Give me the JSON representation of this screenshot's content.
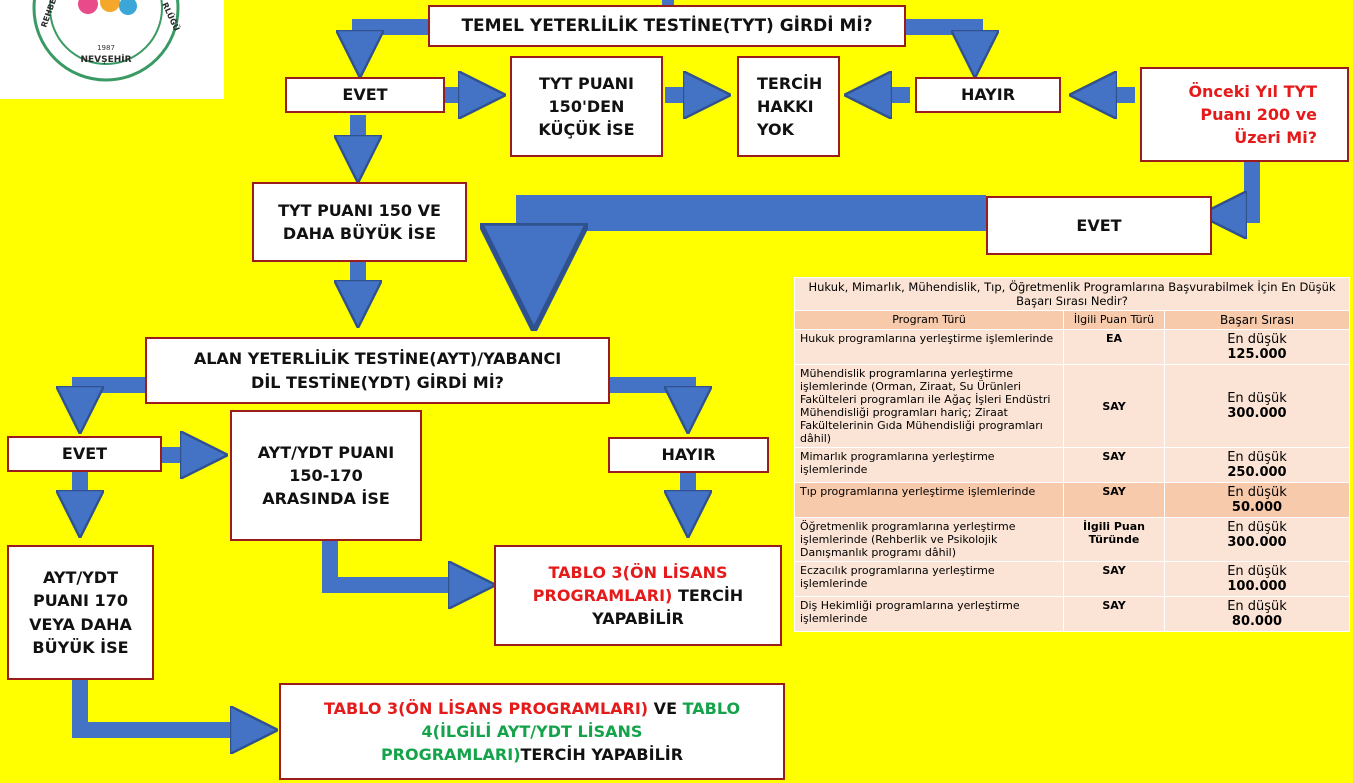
{
  "logo": {
    "arc_left": "REHBE",
    "arc_right": "RLÜĞÜ",
    "year": "1987",
    "city": "NEVŞEHİR"
  },
  "flow": {
    "q_tyt": "TEMEL YETERLİLİK TESTİNE(TYT) GİRDİ Mİ?",
    "evet1": "EVET",
    "tyt_low": [
      "TYT PUANI",
      "150'DEN",
      "KÜÇÜK İSE"
    ],
    "no_right": [
      "TERCİH",
      "HAKKI",
      "YOK"
    ],
    "hayir1": "HAYIR",
    "prev_year": [
      "Önceki Yıl TYT",
      "Puanı 200 ve",
      "Üzeri Mi?"
    ],
    "tyt_high": [
      "TYT PUANI 150 VE",
      "DAHA BÜYÜK İSE"
    ],
    "evet2": "EVET",
    "q_ayt": [
      "ALAN YETERLİLİK TESTİNE(AYT)/YABANCI",
      "DİL TESTİNE(YDT) GİRDİ Mİ?"
    ],
    "evet3": "EVET",
    "ayt_mid": [
      "AYT/YDT PUANI",
      "150-170",
      "ARASINDA İSE"
    ],
    "hayir2": "HAYIR",
    "ayt_high": [
      "AYT/YDT",
      "PUANI 170",
      "VEYA DAHA",
      "BÜYÜK İSE"
    ],
    "tablo3_red": "TABLO 3(ÖN LİSANS",
    "tablo3_red2": "PROGRAMLARI)",
    "tablo3_black": " TERCİH",
    "tablo3_black2": "YAPABİLİR",
    "final_red": "TABLO 3(ÖN LİSANS PROGRAMLARI)",
    "final_ve": " VE ",
    "final_green1": "TABLO",
    "final_green2": "4(İLGİLİ AYT/YDT LİSANS",
    "final_green3": "PROGRAMLARI)",
    "final_black": "TERCİH YAPABİLİR"
  },
  "table": {
    "title": "Hukuk, Mimarlık, Mühendislik, Tıp, Öğretmenlik Programlarına Başvurabilmek İçin En Düşük Başarı Sırası Nedir?",
    "headers": [
      "Program Türü",
      "İlgili Puan Türü",
      "Başarı Sırası"
    ],
    "rows": [
      {
        "program": "Hukuk programlarına yerleştirme işlemlerinde",
        "type": "EA",
        "rank_label": "En düşük",
        "rank": "125.000"
      },
      {
        "program": "Mühendislik programlarına yerleştirme işlemlerinde (Orman, Ziraat, Su Ürünleri Fakülteleri programları ile Ağaç İşleri Endüstri Mühendisliği programları hariç; Ziraat Fakültelerinin Gıda Mühendisliği programları dâhil)",
        "type": "SAY",
        "rank_label": "En düşük",
        "rank": "300.000"
      },
      {
        "program": "Mimarlık programlarına yerleştirme işlemlerinde",
        "type": "SAY",
        "rank_label": "En düşük",
        "rank": "250.000"
      },
      {
        "program": "Tıp programlarına yerleştirme işlemlerinde",
        "type": "SAY",
        "rank_label": "En düşük",
        "rank": "50.000"
      },
      {
        "program": "Öğretmenlik programlarına yerleştirme işlemlerinde (Rehberlik ve Psikolojik Danışmanlık programı dâhil)",
        "type": "İlgili Puan Türünde",
        "rank_label": "En düşük",
        "rank": "300.000"
      },
      {
        "program": "Eczacılık programlarına yerleştirme işlemlerinde",
        "type": "SAY",
        "rank_label": "En düşük",
        "rank": "100.000"
      },
      {
        "program": "Diş Hekimliği programlarına yerleştirme işlemlerinde",
        "type": "SAY",
        "rank_label": "En düşük",
        "rank": "80.000"
      }
    ]
  },
  "colors": {
    "background": "#ffff00",
    "arrow": "#4472c4",
    "arrow_edge": "#2f528f",
    "box_border": "#9b1c1c",
    "red_text": "#e51a1a",
    "green_text": "#14a34a",
    "table_light": "#fbe4d5",
    "table_dark": "#f7caac"
  }
}
